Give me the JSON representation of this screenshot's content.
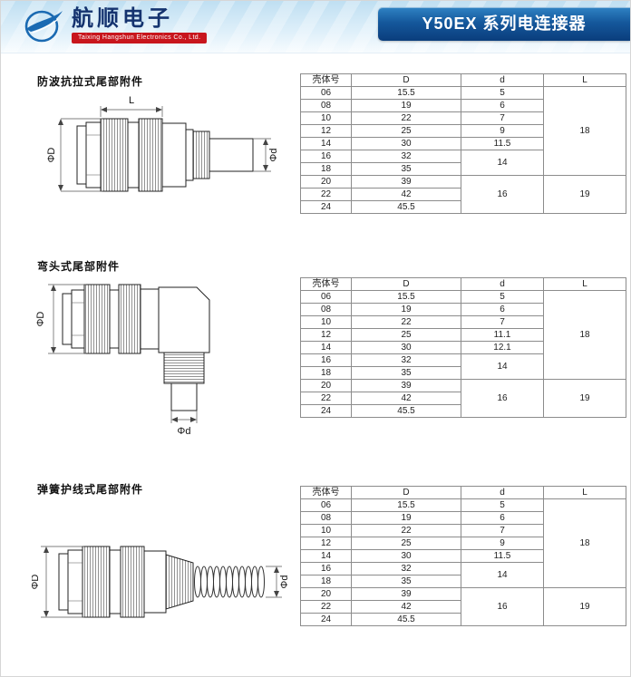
{
  "header": {
    "company_name": "航顺电子",
    "tagline": "Taixing Hangshun Electronics Co., Ltd.",
    "series_title": "Y50EX 系列电连接器"
  },
  "dim_labels": {
    "L": "L",
    "phiD": "ΦD",
    "phid": "Φd"
  },
  "sections": [
    {
      "title": "防波抗拉式尾部附件",
      "drawing": "straight-tension-relief-tail",
      "table": {
        "headers": [
          "壳体号",
          "D",
          "d",
          "L"
        ],
        "shell": [
          "06",
          "08",
          "10",
          "12",
          "14",
          "16",
          "18",
          "20",
          "22",
          "24"
        ],
        "D": [
          "15.5",
          "19",
          "22",
          "25",
          "30",
          "32",
          "35",
          "39",
          "42",
          "45.5"
        ],
        "d": [
          {
            "v": "5"
          },
          {
            "v": "6"
          },
          {
            "v": "7"
          },
          {
            "v": "9"
          },
          {
            "v": "11.5"
          },
          {
            "v": "14",
            "span": 2
          },
          {
            "v": "16",
            "span": 3
          }
        ],
        "L": [
          {
            "v": "18",
            "span": 7
          },
          {
            "v": "19",
            "span": 3
          }
        ]
      }
    },
    {
      "title": "弯头式尾部附件",
      "drawing": "elbow-tail",
      "table": {
        "headers": [
          "壳体号",
          "D",
          "d",
          "L"
        ],
        "shell": [
          "06",
          "08",
          "10",
          "12",
          "14",
          "16",
          "18",
          "20",
          "22",
          "24"
        ],
        "D": [
          "15.5",
          "19",
          "22",
          "25",
          "30",
          "32",
          "35",
          "39",
          "42",
          "45.5"
        ],
        "d": [
          {
            "v": "5"
          },
          {
            "v": "6"
          },
          {
            "v": "7"
          },
          {
            "v": "11.1"
          },
          {
            "v": "12.1"
          },
          {
            "v": "14",
            "span": 2
          },
          {
            "v": "16",
            "span": 3
          }
        ],
        "L": [
          {
            "v": "18",
            "span": 7
          },
          {
            "v": "19",
            "span": 3
          }
        ]
      }
    },
    {
      "title": "弹簧护线式尾部附件",
      "drawing": "spring-wire-guard-tail",
      "table": {
        "headers": [
          "壳体号",
          "D",
          "d",
          "L"
        ],
        "shell": [
          "06",
          "08",
          "10",
          "12",
          "14",
          "16",
          "18",
          "20",
          "22",
          "24"
        ],
        "D": [
          "15.5",
          "19",
          "22",
          "25",
          "30",
          "32",
          "35",
          "39",
          "42",
          "45.5"
        ],
        "d": [
          {
            "v": "5"
          },
          {
            "v": "6"
          },
          {
            "v": "7"
          },
          {
            "v": "9"
          },
          {
            "v": "11.5"
          },
          {
            "v": "14",
            "span": 2
          },
          {
            "v": "16",
            "span": 3
          }
        ],
        "L": [
          {
            "v": "18",
            "span": 7
          },
          {
            "v": "19",
            "span": 3
          }
        ]
      }
    }
  ]
}
